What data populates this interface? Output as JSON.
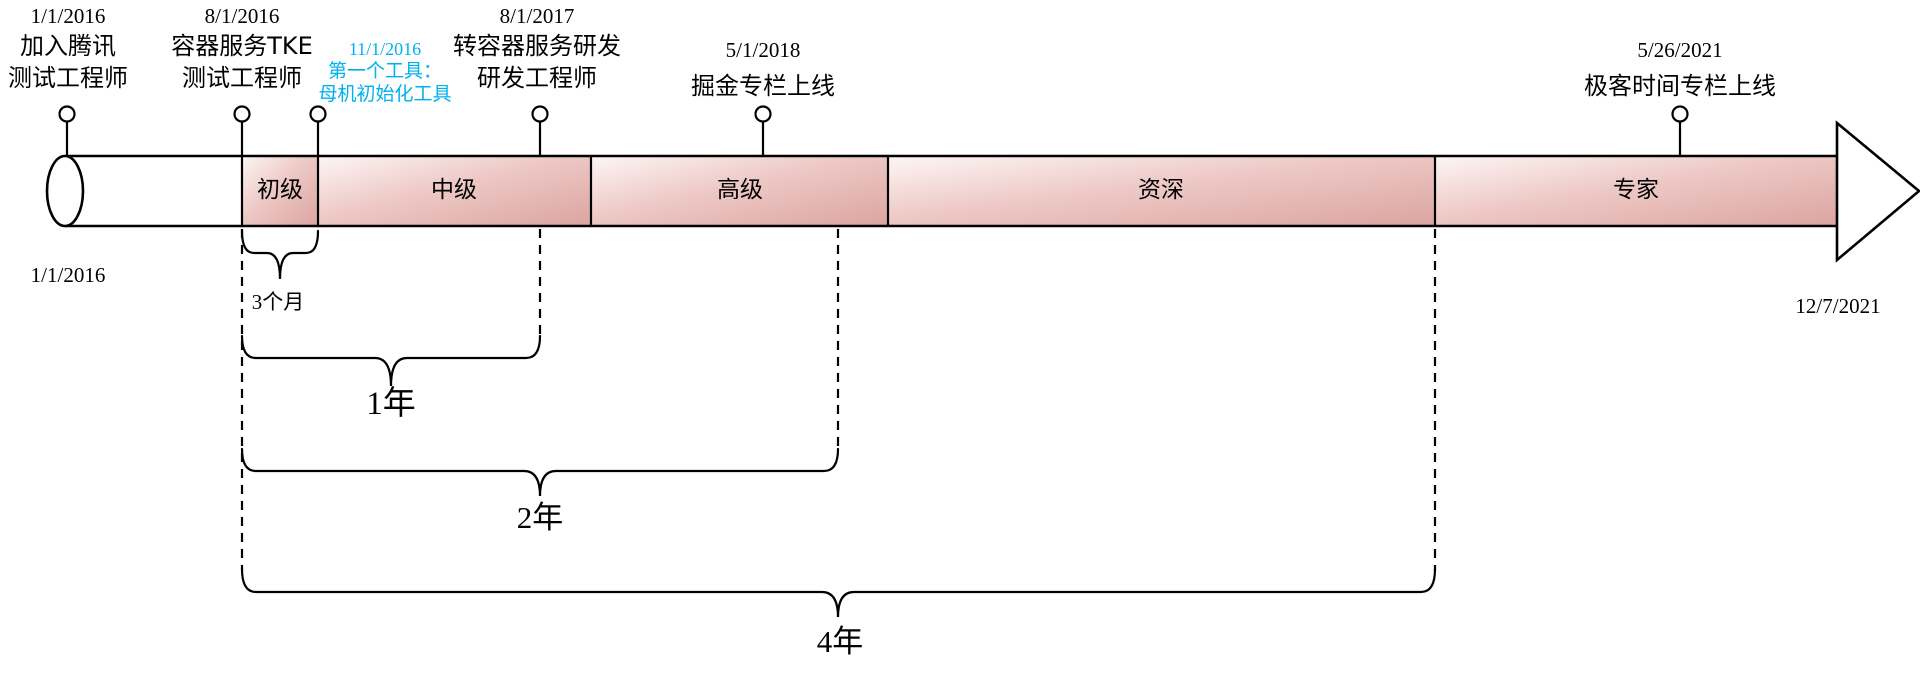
{
  "palette": {
    "ink": "#000000",
    "accent_cyan": "#00B0F0",
    "pink_dark": "#DCA4A0",
    "pink_mid": "#EDC9C6",
    "pink_light": "#FDF6F5",
    "background": "#FFFFFF"
  },
  "timeline": {
    "start_date_label": "1/1/2016",
    "end_date_label": "12/7/2021",
    "segments": [
      {
        "label": "初级"
      },
      {
        "label": "中级"
      },
      {
        "label": "高级"
      },
      {
        "label": "资深"
      },
      {
        "label": "专家"
      }
    ],
    "milestones": [
      {
        "date": "1/1/2016",
        "lines": [
          "加入腾讯",
          "测试工程师"
        ]
      },
      {
        "date": "8/1/2016",
        "lines": [
          "容器服务TKE",
          "测试工程师"
        ]
      },
      {
        "date": "11/1/2016",
        "lines": [
          "第一个工具：",
          "母机初始化工具"
        ]
      },
      {
        "date": "8/1/2017",
        "lines": [
          "转容器服务研发",
          "研发工程师"
        ]
      },
      {
        "date": "5/1/2018",
        "lines": [
          "掘金专栏上线"
        ]
      },
      {
        "date": "5/26/2021",
        "lines": [
          "极客时间专栏上线"
        ]
      }
    ],
    "durations": [
      {
        "label": "3个月"
      },
      {
        "label": "1年"
      },
      {
        "label": "2年"
      },
      {
        "label": "4年"
      }
    ]
  }
}
